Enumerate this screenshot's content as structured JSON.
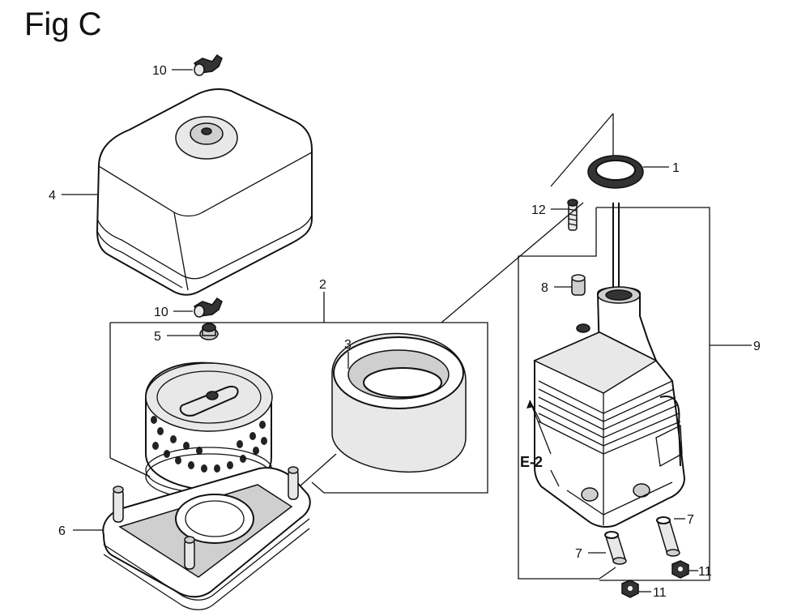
{
  "figure": {
    "title": "Fig C"
  },
  "callouts": {
    "c1": "1",
    "c2": "2",
    "c3": "3",
    "c4": "4",
    "c5": "5",
    "c6": "6",
    "c7a": "7",
    "c7b": "7",
    "c8": "8",
    "c9": "9",
    "c10a": "10",
    "c10b": "10",
    "c11a": "11",
    "c11b": "11",
    "c12": "12",
    "ref": "E-2"
  }
}
